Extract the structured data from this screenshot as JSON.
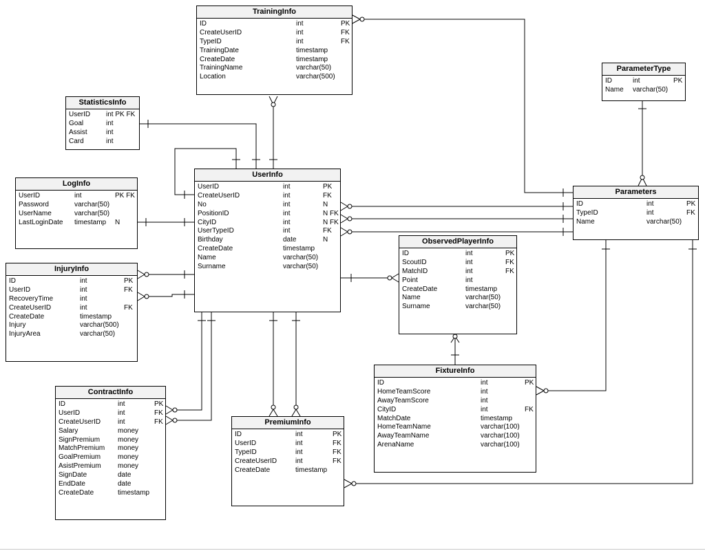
{
  "entities": {
    "TrainingInfo": {
      "name": "TrainingInfo",
      "rows": [
        [
          "ID",
          "int",
          "PK"
        ],
        [
          "CreateUserID",
          "int",
          "FK"
        ],
        [
          "TypeID",
          "int",
          "FK"
        ],
        [
          "TrainingDate",
          "timestamp",
          ""
        ],
        [
          "CreateDate",
          "timestamp",
          ""
        ],
        [
          "TrainingName",
          "varchar(50)",
          ""
        ],
        [
          "Location",
          "varchar(500)",
          ""
        ]
      ]
    },
    "StatisticsInfo": {
      "name": "StatisticsInfo",
      "rows": [
        [
          "UserID",
          "int PK FK",
          ""
        ],
        [
          "Goal",
          "int",
          ""
        ],
        [
          "Assist",
          "int",
          ""
        ],
        [
          "Card",
          "int",
          ""
        ]
      ]
    },
    "ParameterType": {
      "name": "ParameterType",
      "rows": [
        [
          "ID",
          "int",
          "PK"
        ],
        [
          "Name",
          "varchar(50)",
          ""
        ]
      ]
    },
    "LogInfo": {
      "name": "LogInfo",
      "rows": [
        [
          "UserID",
          "int",
          "PK FK"
        ],
        [
          "Password",
          "varchar(50)",
          ""
        ],
        [
          "UserName",
          "varchar(50)",
          ""
        ],
        [
          "LastLoginDate",
          "timestamp",
          "N"
        ]
      ]
    },
    "UserInfo": {
      "name": "UserInfo",
      "rows": [
        [
          "UserID",
          "int",
          "PK"
        ],
        [
          "CreateUserID",
          "int",
          "FK"
        ],
        [
          "No",
          "int",
          "N"
        ],
        [
          "PositionID",
          "int",
          "N FK"
        ],
        [
          "CityID",
          "int",
          "N FK"
        ],
        [
          "UserTypeID",
          "int",
          "FK"
        ],
        [
          "Birthday",
          "date",
          "N"
        ],
        [
          "CreateDate",
          "timestamp",
          ""
        ],
        [
          "Name",
          "varchar(50)",
          ""
        ],
        [
          "Surname",
          "varchar(50)",
          ""
        ]
      ]
    },
    "Parameters": {
      "name": "Parameters",
      "rows": [
        [
          "ID",
          "int",
          "PK"
        ],
        [
          "TypeID",
          "int",
          "FK"
        ],
        [
          "Name",
          "varchar(50)",
          ""
        ]
      ]
    },
    "InjuryInfo": {
      "name": "InjuryInfo",
      "rows": [
        [
          "ID",
          "int",
          "PK"
        ],
        [
          "UserID",
          "int",
          "FK"
        ],
        [
          "RecoveryTime",
          "int",
          ""
        ],
        [
          "CreateUserID",
          "int",
          "FK"
        ],
        [
          "CreateDate",
          "timestamp",
          ""
        ],
        [
          "Injury",
          "varchar(500)",
          ""
        ],
        [
          "InjuryArea",
          "varchar(50)",
          ""
        ]
      ]
    },
    "ObservedPlayerInfo": {
      "name": "ObservedPlayerInfo",
      "rows": [
        [
          "ID",
          "int",
          "PK"
        ],
        [
          "ScoutID",
          "int",
          "FK"
        ],
        [
          "MatchID",
          "int",
          "FK"
        ],
        [
          "Point",
          "int",
          ""
        ],
        [
          "CreateDate",
          "timestamp",
          ""
        ],
        [
          "Name",
          "varchar(50)",
          ""
        ],
        [
          "Surname",
          "varchar(50)",
          ""
        ]
      ]
    },
    "FixtureInfo": {
      "name": "FixtureInfo",
      "rows": [
        [
          "ID",
          "int",
          "PK"
        ],
        [
          "HomeTeamScore",
          "int",
          ""
        ],
        [
          "AwayTeamScore",
          "int",
          ""
        ],
        [
          "CityID",
          "int",
          "FK"
        ],
        [
          "MatchDate",
          "timestamp",
          ""
        ],
        [
          "HomeTeamName",
          "varchar(100)",
          ""
        ],
        [
          "AwayTeamName",
          "varchar(100)",
          ""
        ],
        [
          "ArenaName",
          "varchar(100)",
          ""
        ]
      ]
    },
    "ContractInfo": {
      "name": "ContractInfo",
      "rows": [
        [
          "ID",
          "int",
          "PK"
        ],
        [
          "UserID",
          "int",
          "FK"
        ],
        [
          "CreateUserID",
          "int",
          "FK"
        ],
        [
          "Salary",
          "money",
          ""
        ],
        [
          "SignPremium",
          "money",
          ""
        ],
        [
          "MatchPremium",
          "money",
          ""
        ],
        [
          "GoalPremium",
          "money",
          ""
        ],
        [
          "AsistPremium",
          "money",
          ""
        ],
        [
          "SignDate",
          "date",
          ""
        ],
        [
          "EndDate",
          "date",
          ""
        ],
        [
          "CreateDate",
          "timestamp",
          ""
        ]
      ]
    },
    "PremiumInfo": {
      "name": "PremiumInfo",
      "rows": [
        [
          "ID",
          "int",
          "PK"
        ],
        [
          "UserID",
          "int",
          "FK"
        ],
        [
          "TypeID",
          "int",
          "FK"
        ],
        [
          "CreateUserID",
          "int",
          "FK"
        ],
        [
          "CreateDate",
          "timestamp",
          ""
        ]
      ]
    }
  },
  "relationships": [
    {
      "from": "UserInfo",
      "to": "TrainingInfo"
    },
    {
      "from": "Parameters",
      "to": "TrainingInfo"
    },
    {
      "from": "UserInfo",
      "to": "StatisticsInfo"
    },
    {
      "from": "UserInfo",
      "to": "UserInfo"
    },
    {
      "from": "UserInfo",
      "to": "LogInfo"
    },
    {
      "from": "UserInfo",
      "to": "InjuryInfo"
    },
    {
      "from": "UserInfo",
      "to": "ObservedPlayerInfo"
    },
    {
      "from": "Parameters",
      "to": "UserInfo"
    },
    {
      "from": "ParameterType",
      "to": "Parameters"
    },
    {
      "from": "ObservedPlayerInfo",
      "to": "FixtureInfo"
    },
    {
      "from": "Parameters",
      "to": "FixtureInfo"
    },
    {
      "from": "UserInfo",
      "to": "ContractInfo"
    },
    {
      "from": "UserInfo",
      "to": "PremiumInfo"
    },
    {
      "from": "Parameters",
      "to": "PremiumInfo"
    }
  ]
}
